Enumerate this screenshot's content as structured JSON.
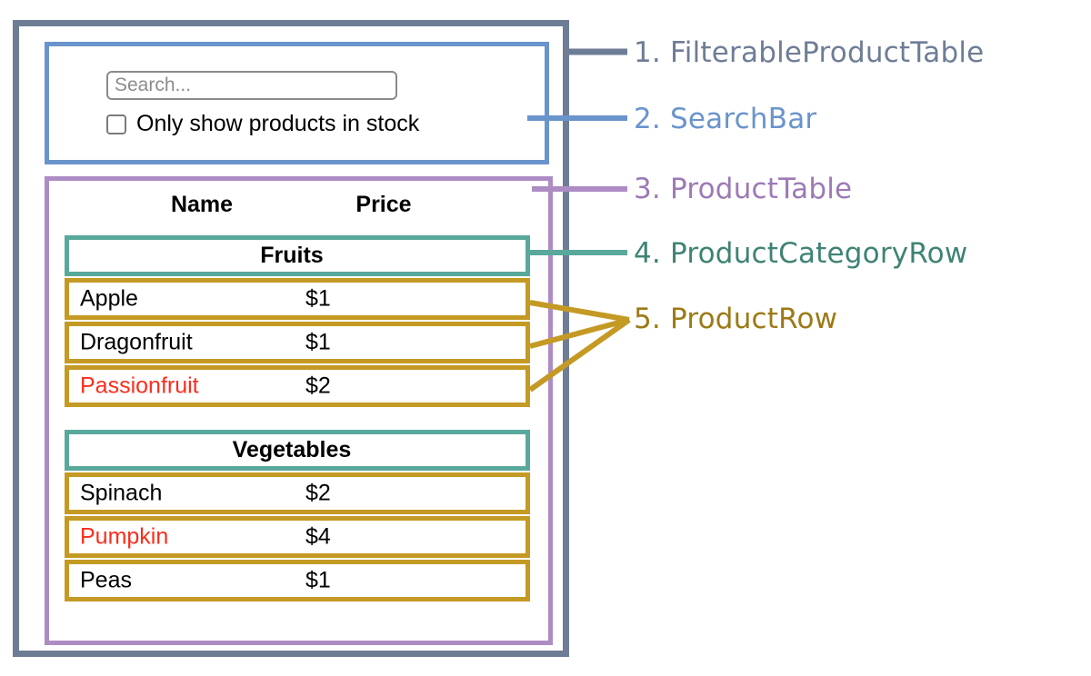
{
  "diagram": {
    "legend": [
      {
        "number": "1.",
        "label": "FilterableProductTable",
        "text": "1. FilterableProductTable",
        "color": "#6e7d96"
      },
      {
        "number": "2.",
        "label": "SearchBar",
        "text": "2. SearchBar",
        "color": "#6a94cc"
      },
      {
        "number": "3.",
        "label": "ProductTable",
        "text": "3. ProductTable",
        "color": "#9d7ab5"
      },
      {
        "number": "4.",
        "label": "ProductCategoryRow",
        "text": "4. ProductCategoryRow",
        "color": "#3e8375"
      },
      {
        "number": "5.",
        "label": "ProductRow",
        "text": "5. ProductRow",
        "color": "#9c7a16"
      }
    ]
  },
  "search_bar": {
    "search_input": {
      "value": "",
      "placeholder": "Search..."
    },
    "stock_filter": {
      "label": "Only show products in stock",
      "checked": false
    }
  },
  "product_table": {
    "columns": [
      "Name",
      "Price"
    ],
    "sections": [
      {
        "category": "Fruits",
        "rows": [
          {
            "name": "Apple",
            "price": "$1",
            "in_stock": true
          },
          {
            "name": "Dragonfruit",
            "price": "$1",
            "in_stock": true
          },
          {
            "name": "Passionfruit",
            "price": "$2",
            "in_stock": false
          }
        ]
      },
      {
        "category": "Vegetables",
        "rows": [
          {
            "name": "Spinach",
            "price": "$2",
            "in_stock": true
          },
          {
            "name": "Pumpkin",
            "price": "$4",
            "in_stock": false
          },
          {
            "name": "Peas",
            "price": "$1",
            "in_stock": true
          }
        ]
      }
    ]
  },
  "colors": {
    "filterable_product_table": "#6e7d96",
    "search_bar": "#6a94cc",
    "product_table": "#ad8cc4",
    "product_category_row": "#58a99b",
    "product_row": "#c49a24",
    "out_of_stock_text": "#fc2d1c"
  }
}
